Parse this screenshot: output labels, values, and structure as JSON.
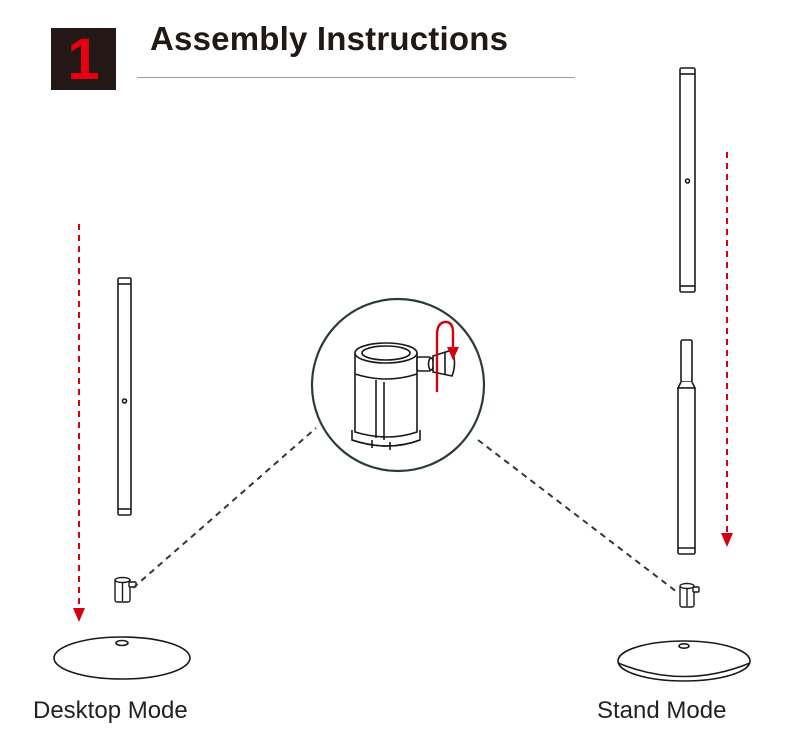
{
  "header": {
    "step_number": "1",
    "title": "Assembly Instructions"
  },
  "captions": {
    "left": "Desktop Mode",
    "right": "Stand Mode"
  },
  "icons": {
    "step_badge": "step-number-badge",
    "detail_view": "magnified-clamp-detail",
    "rotate_arrow": "curved-rotate-arrow-icon",
    "insert_arrow": "dashed-down-arrow-icon"
  },
  "colors": {
    "badge_bg": "#231815",
    "badge_text": "#e50012",
    "arrow": "#d7000f",
    "leader_line": "#2b3a3a",
    "outline": "#1a1a1a"
  }
}
